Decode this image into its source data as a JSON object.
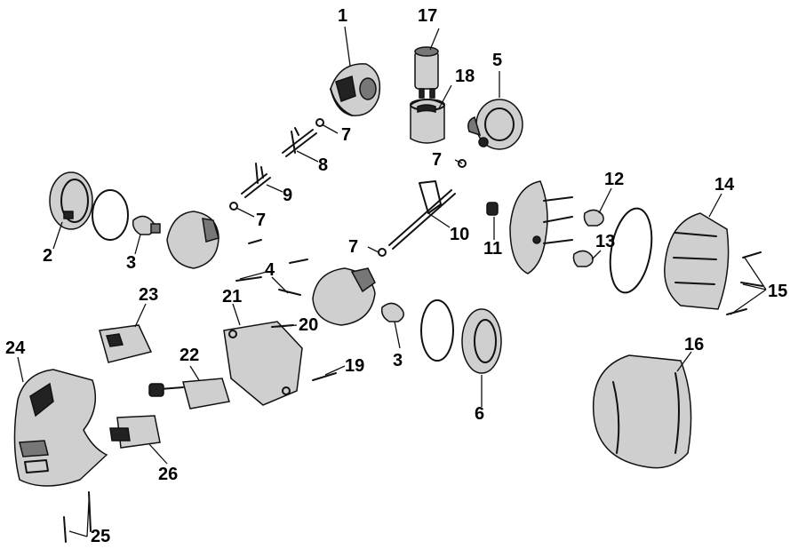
{
  "diagram": {
    "callouts": [
      {
        "label": "1"
      },
      {
        "label": "17"
      },
      {
        "label": "5"
      },
      {
        "label": "18"
      },
      {
        "label": "7"
      },
      {
        "label": "8"
      },
      {
        "label": "7"
      },
      {
        "label": "9"
      },
      {
        "label": "7"
      },
      {
        "label": "10"
      },
      {
        "label": "2"
      },
      {
        "label": "3"
      },
      {
        "label": "4"
      },
      {
        "label": "7"
      },
      {
        "label": "11"
      },
      {
        "label": "12"
      },
      {
        "label": "13"
      },
      {
        "label": "14"
      },
      {
        "label": "15"
      },
      {
        "label": "23"
      },
      {
        "label": "21"
      },
      {
        "label": "20"
      },
      {
        "label": "24"
      },
      {
        "label": "22"
      },
      {
        "label": "19"
      },
      {
        "label": "3"
      },
      {
        "label": "6"
      },
      {
        "label": "16"
      },
      {
        "label": "26"
      },
      {
        "label": "25"
      }
    ]
  }
}
